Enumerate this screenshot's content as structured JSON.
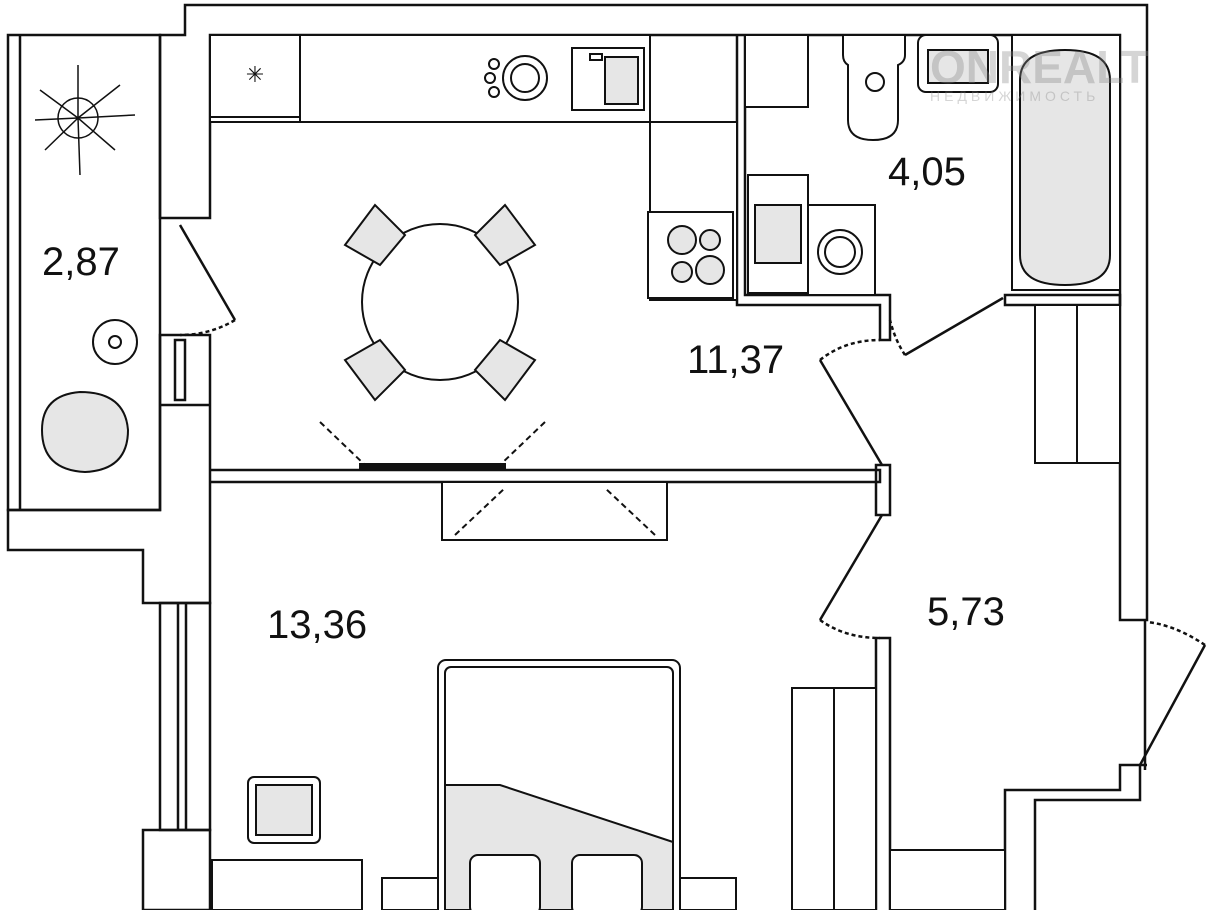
{
  "plan": {
    "rooms": [
      {
        "name": "balcony",
        "area": "2,87"
      },
      {
        "name": "kitchen",
        "area": "11,37"
      },
      {
        "name": "bathroom",
        "area": "4,05"
      },
      {
        "name": "living-room",
        "area": "13,36"
      },
      {
        "name": "hallway",
        "area": "5,73"
      }
    ],
    "watermark": {
      "brand": "ONREALT",
      "sub": "НЕДВИЖИМОСТЬ"
    },
    "colors": {
      "wall": "#111111",
      "fixture_fill": "#e6e6e6",
      "background": "#ffffff"
    }
  }
}
